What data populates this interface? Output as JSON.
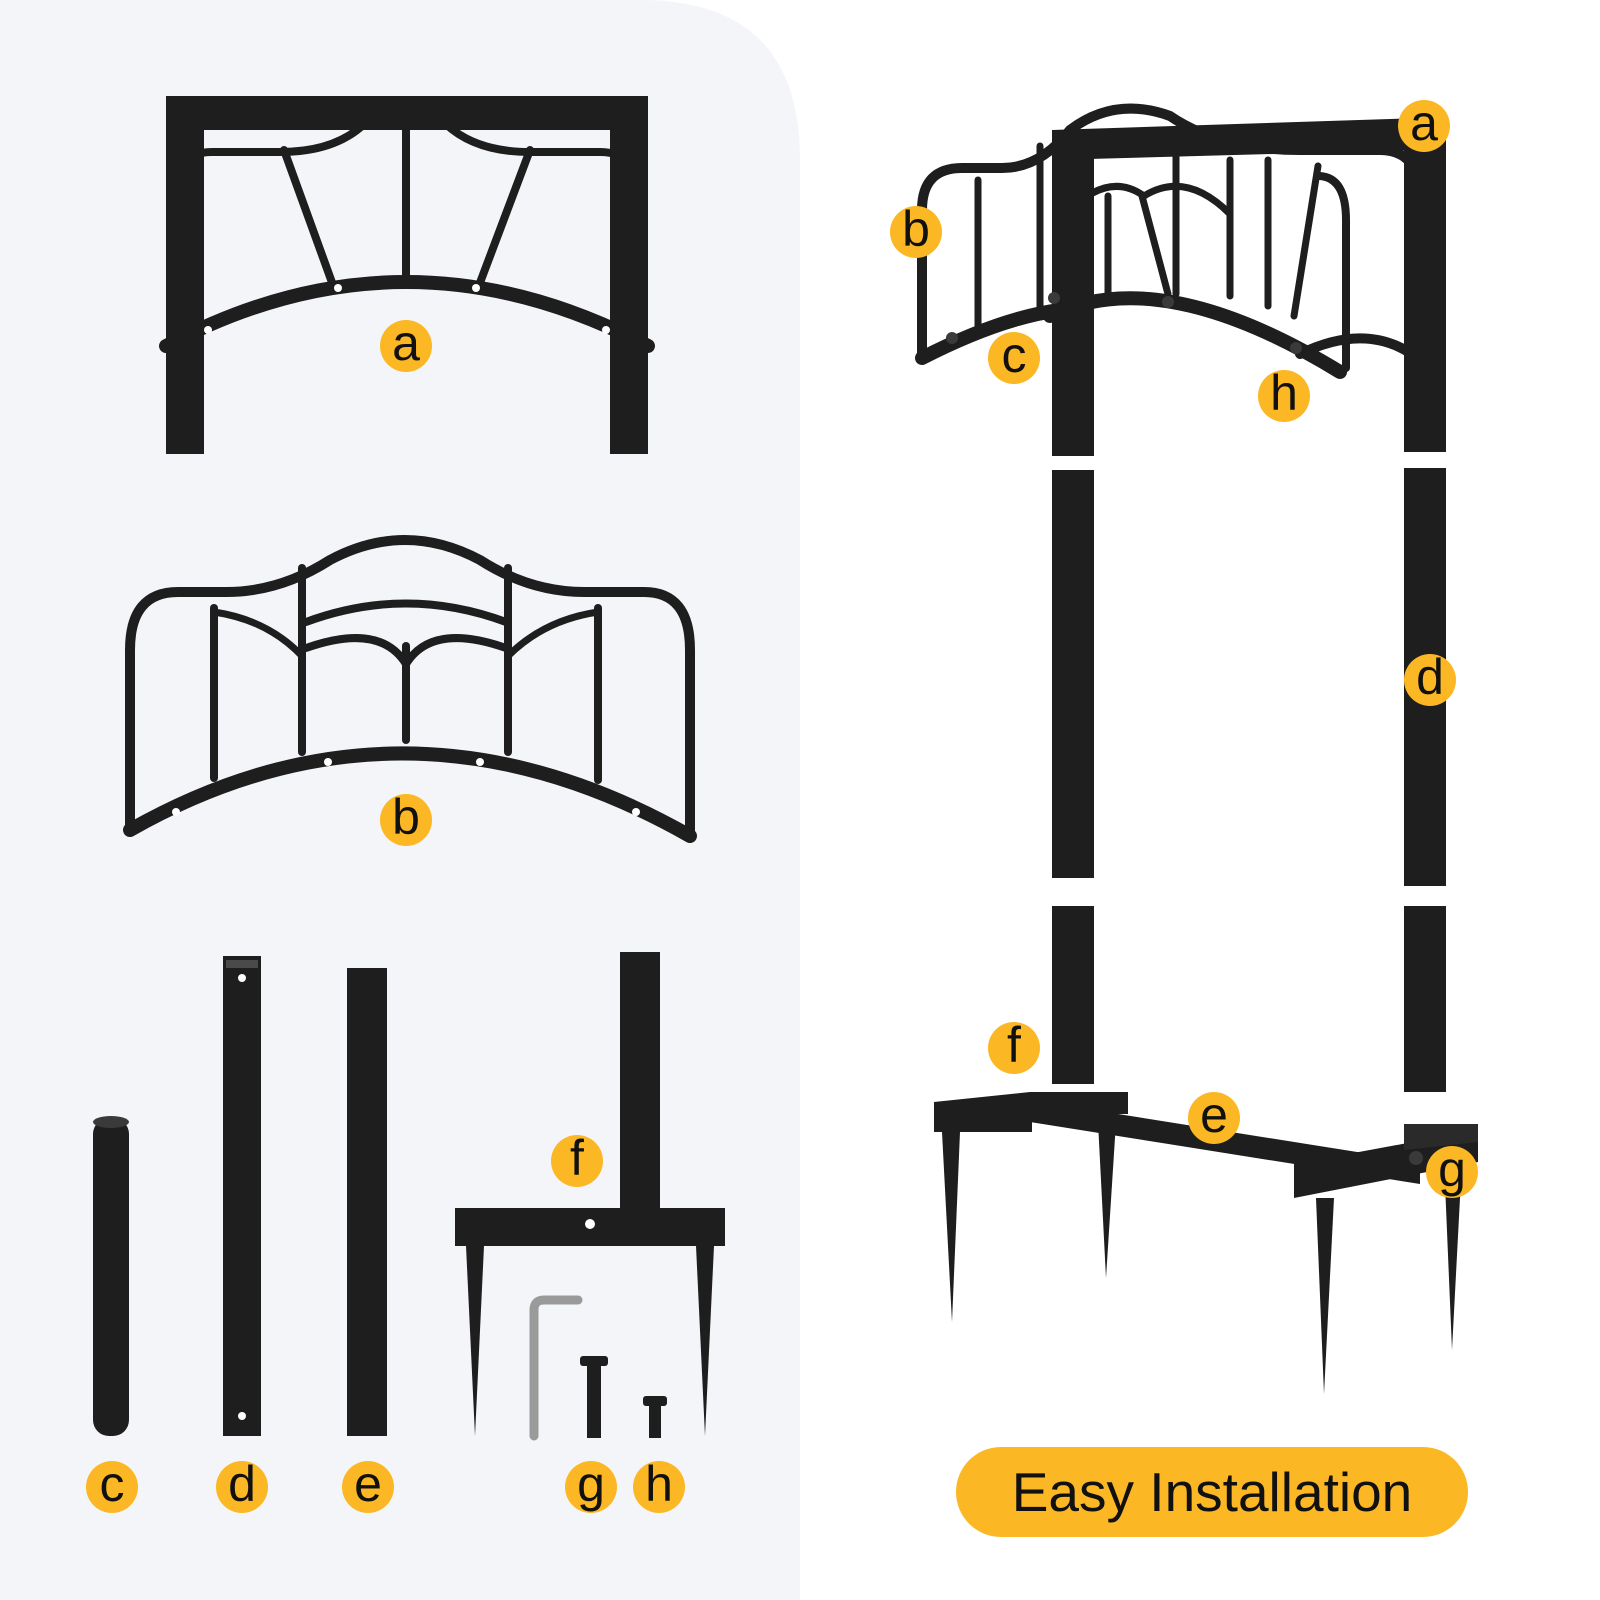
{
  "colors": {
    "left_panel": "#f3f5f8",
    "page": "#ffffff",
    "metal": "#1e1e1e",
    "badge": "#fbb724",
    "text": "#111111"
  },
  "parts": {
    "a": "a",
    "b": "b",
    "c": "c",
    "d": "d",
    "e": "e",
    "f": "f",
    "g": "g",
    "h": "h"
  },
  "assembly_labels": {
    "a": "a",
    "b": "b",
    "c": "c",
    "d": "d",
    "e": "e",
    "f": "f",
    "g": "g",
    "h": "h"
  },
  "banner": {
    "text": "Easy Installation"
  }
}
